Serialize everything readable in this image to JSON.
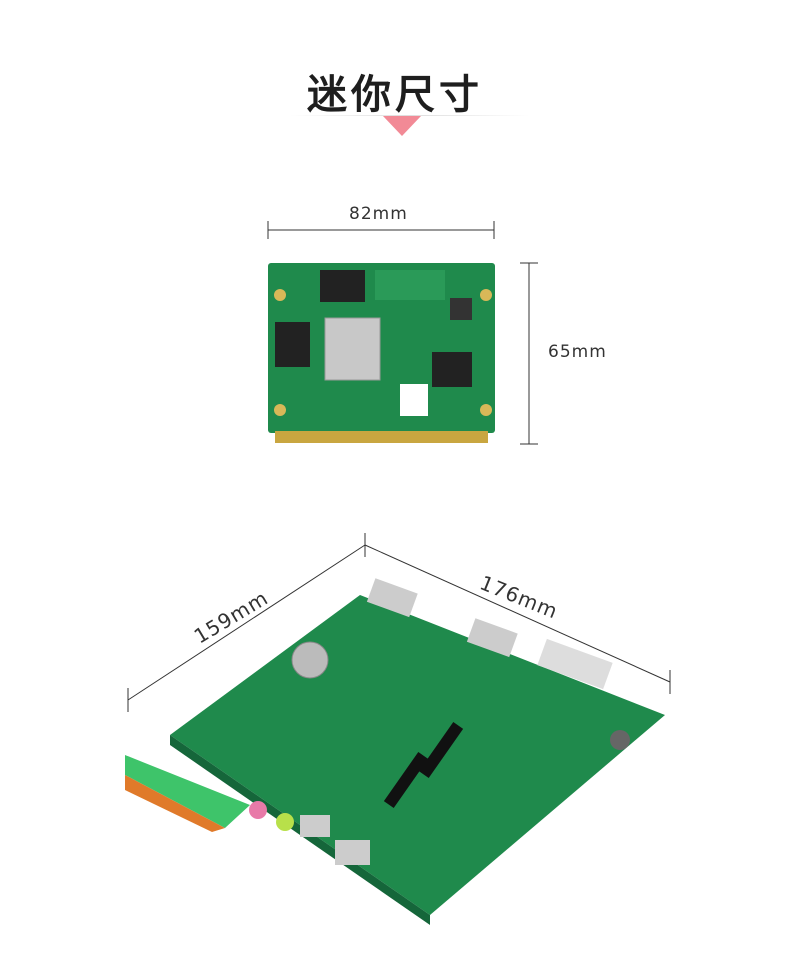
{
  "header": {
    "title": "迷你尺寸"
  },
  "core_board": {
    "width_label": "82mm",
    "height_label": "65mm"
  },
  "carrier_board": {
    "depth_label": "159mm",
    "width_label": "176mm"
  },
  "colors": {
    "accent": "#f28a96",
    "pcb": "#1f8a4c",
    "text": "#1e1e1e"
  }
}
